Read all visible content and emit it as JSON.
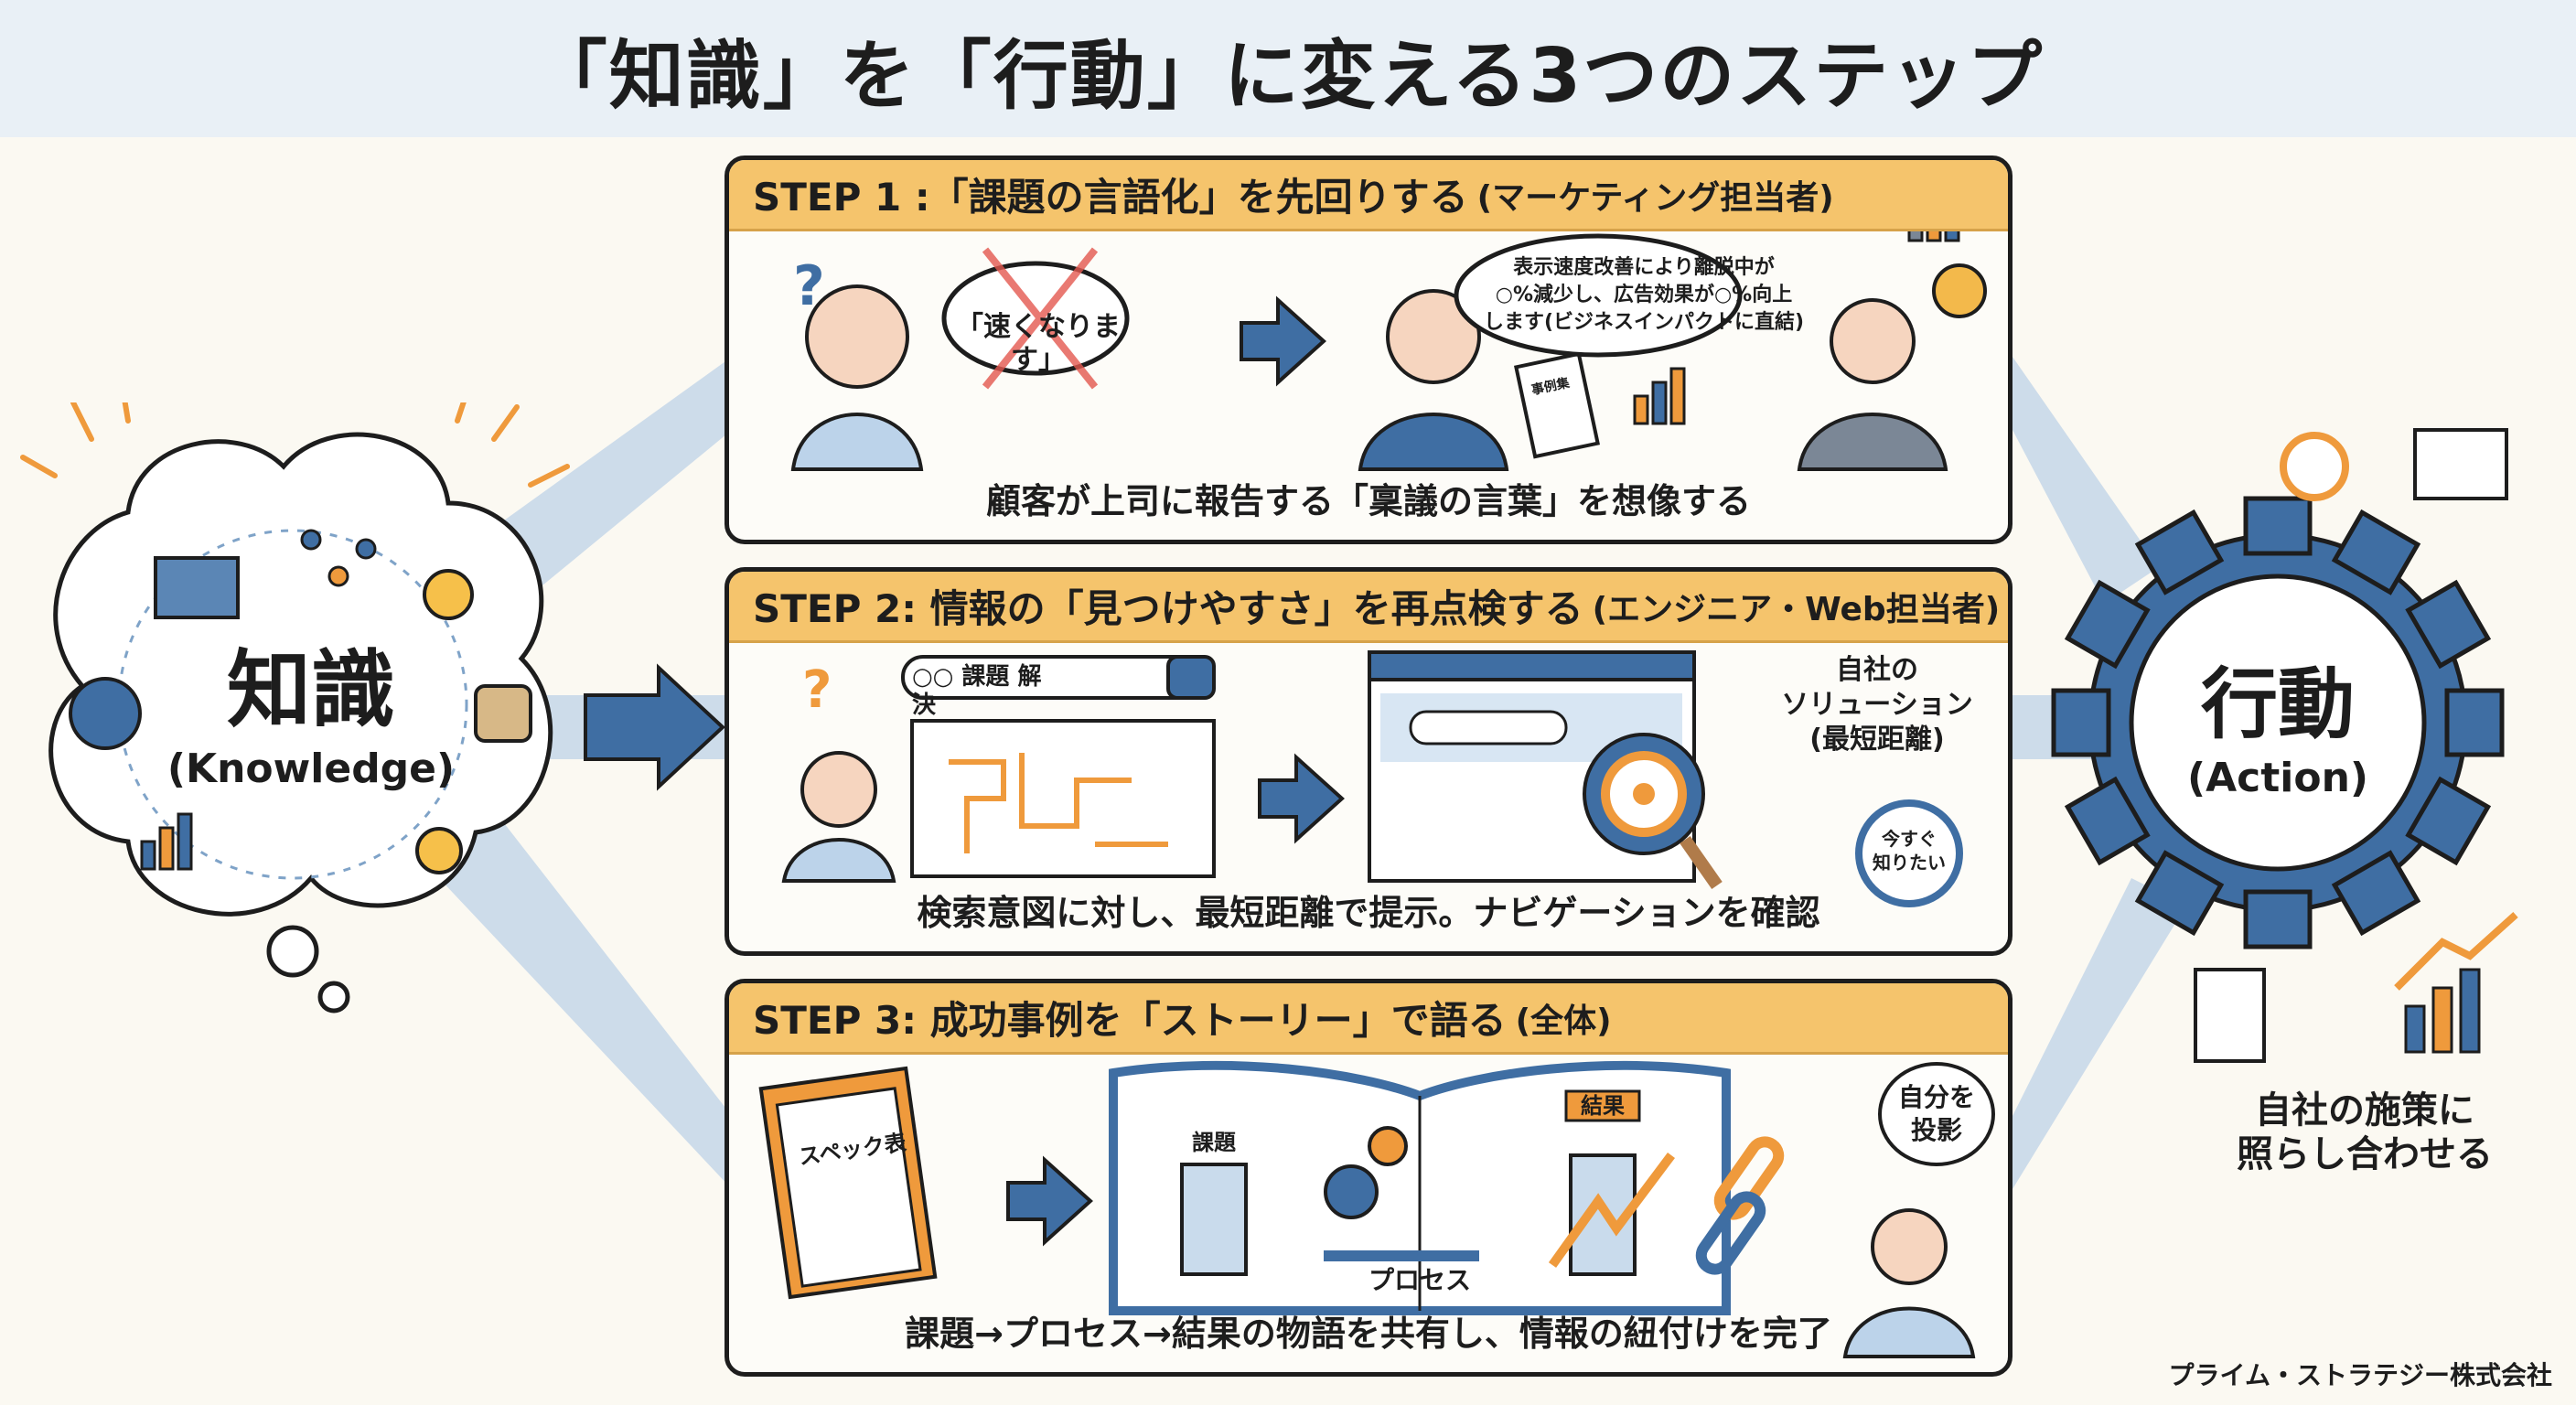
{
  "title": "「知識」を「行動」に変える3つのステップ",
  "knowledge": {
    "main": "知識",
    "sub": "(Knowledge)"
  },
  "action": {
    "main": "行動",
    "sub": "(Action)",
    "note_line1": "自社の施策に",
    "note_line2": "照らし合わせる"
  },
  "steps": [
    {
      "header": "STEP 1 :「課題の言語化」を先回りする",
      "role": "(マーケティング担当者)",
      "bubble_bad": "「速くなります」",
      "bubble_good_1": "表示速度改善により離脱中が",
      "bubble_good_2": "○%減少し、広告効果が○%向上",
      "bubble_good_3": "します(ビジネスインパクトに直結)",
      "document_label": "事例集",
      "caption": "顧客が上司に報告する「稟議の言葉」を想像する"
    },
    {
      "header": "STEP 2: 情報の「見つけやすさ」を再点検する",
      "role": "(エンジニア・Web担当者)",
      "search_query": "○○ 課題 解決",
      "target_label_1": "自社の",
      "target_label_2": "ソリューション",
      "target_label_3": "(最短距離)",
      "clock_label_1": "今すぐ",
      "clock_label_2": "知りたい",
      "caption": "検索意図に対し、最短距離で提示。ナビゲーションを確認"
    },
    {
      "header": "STEP 3: 成功事例を「ストーリー」で語る",
      "role": "(全体)",
      "clipboard_label": "スペック表",
      "issue_label": "課題",
      "result_label": "結果",
      "process_label": "プロセス",
      "thought_1": "自分を",
      "thought_2": "投影",
      "caption": "課題→プロセス→結果の物語を共有し、情報の紐付けを完了"
    }
  ],
  "footer": "プライム・ストラテジー株式会社",
  "colors": {
    "blue": "#3f6ea3",
    "orange": "#ef9a3c",
    "header": "#f5c46c",
    "band": "#c9dbec"
  }
}
